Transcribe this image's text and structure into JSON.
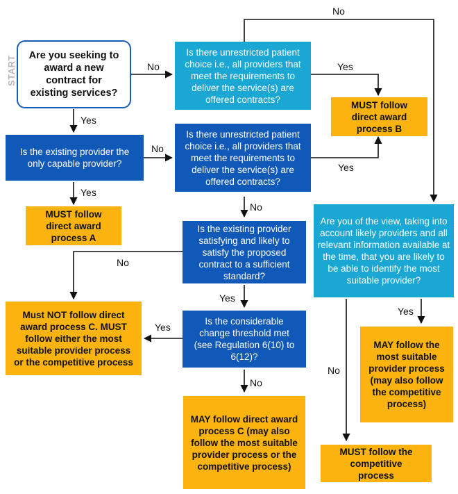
{
  "start_label": "START",
  "nodes": {
    "q_award_new": "Are you seeking to award a new contract for existing services?",
    "q_unrestricted_1": "Is there unrestricted patient choice i.e., all providers that meet the requirements to deliver the service(s) are offered contracts?",
    "q_only_capable": "Is the existing provider the only capable provider?",
    "q_unrestricted_2": "Is there unrestricted patient choice i.e., all providers that meet the requirements to deliver the service(s) are offered contracts?",
    "r_direct_b": "MUST follow direct award process B",
    "r_direct_a": "MUST follow direct award process A",
    "q_satisfying": "Is the existing provider satisfying and likely to satisfy the proposed contract to a sufficient standard?",
    "q_most_suitable_view": "Are you of the view, taking into account likely providers and all relevant information available at the time, that you are likely to be able to identify the most suitable provider?",
    "r_not_c": "Must NOT follow direct award process C. MUST follow either the most suitable provider process or the competitive process",
    "q_threshold": "Is the considerable change threshold met (see Regulation 6(10) to 6(12)?",
    "r_may_most_suitable": "MAY follow the most suitable provider process (may also follow the competitive process)",
    "r_may_c": "MAY follow direct award process C (may also follow the most suitable provider process or the competitive process)",
    "r_competitive": "MUST follow the competitive process"
  },
  "edge_labels": {
    "no_top": "No",
    "no_start": "No",
    "yes_start": "Yes",
    "yes_unrest1": "Yes",
    "no_capable": "No",
    "yes_unrest2": "Yes",
    "yes_capable": "Yes",
    "no_unrest2": "No",
    "no_satisfying": "No",
    "yes_satisfying": "Yes",
    "yes_threshold": "Yes",
    "yes_view": "Yes",
    "no_view": "No",
    "no_threshold": "No"
  },
  "colors": {
    "start_border": "#1a5bb5",
    "light_blue": "#1aa7d4",
    "dark_blue": "#1059b8",
    "amber": "#fbb40f",
    "start_text": "#b8b8b8"
  }
}
